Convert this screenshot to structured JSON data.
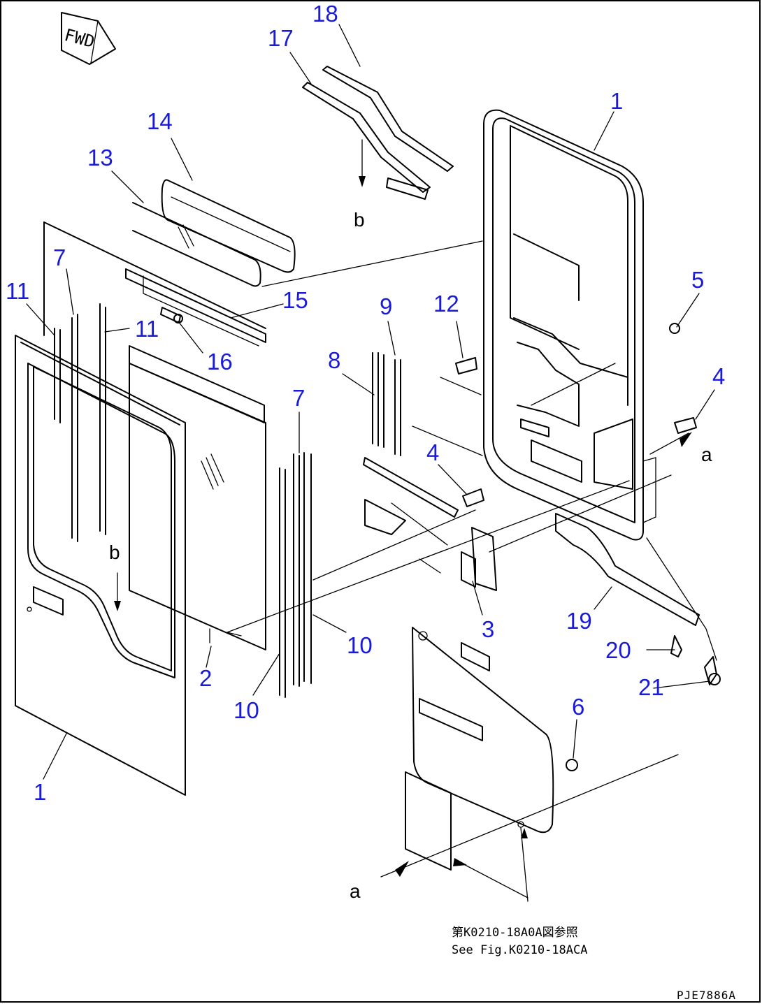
{
  "figure": {
    "drawing_code": "PJE7886A",
    "fwd_marker": "FWD",
    "reference_jp": "第K0210-18A0A図参照",
    "reference_en": "See Fig.K0210-18ACA"
  },
  "callouts": [
    {
      "id": "c18",
      "text": "18"
    },
    {
      "id": "c17",
      "text": "17"
    },
    {
      "id": "c1a",
      "text": "1"
    },
    {
      "id": "c14",
      "text": "14"
    },
    {
      "id": "c13",
      "text": "13"
    },
    {
      "id": "c7a",
      "text": "7"
    },
    {
      "id": "c11a",
      "text": "11"
    },
    {
      "id": "c11b",
      "text": "11"
    },
    {
      "id": "c15",
      "text": "15"
    },
    {
      "id": "c16",
      "text": "16"
    },
    {
      "id": "c5",
      "text": "5"
    },
    {
      "id": "c12",
      "text": "12"
    },
    {
      "id": "c9",
      "text": "9"
    },
    {
      "id": "c8",
      "text": "8"
    },
    {
      "id": "c4a",
      "text": "4"
    },
    {
      "id": "c7b",
      "text": "7"
    },
    {
      "id": "c4b",
      "text": "4"
    },
    {
      "id": "c3",
      "text": "3"
    },
    {
      "id": "c19",
      "text": "19"
    },
    {
      "id": "c20",
      "text": "20"
    },
    {
      "id": "c21",
      "text": "21"
    },
    {
      "id": "c2",
      "text": "2"
    },
    {
      "id": "c10a",
      "text": "10"
    },
    {
      "id": "c10b",
      "text": "10"
    },
    {
      "id": "c6",
      "text": "6"
    },
    {
      "id": "c1b",
      "text": "1"
    }
  ],
  "reference_letters": [
    {
      "id": "b_top",
      "text": "b"
    },
    {
      "id": "b_left",
      "text": "b"
    },
    {
      "id": "a_right",
      "text": "a"
    },
    {
      "id": "a_bottom",
      "text": "a"
    }
  ]
}
